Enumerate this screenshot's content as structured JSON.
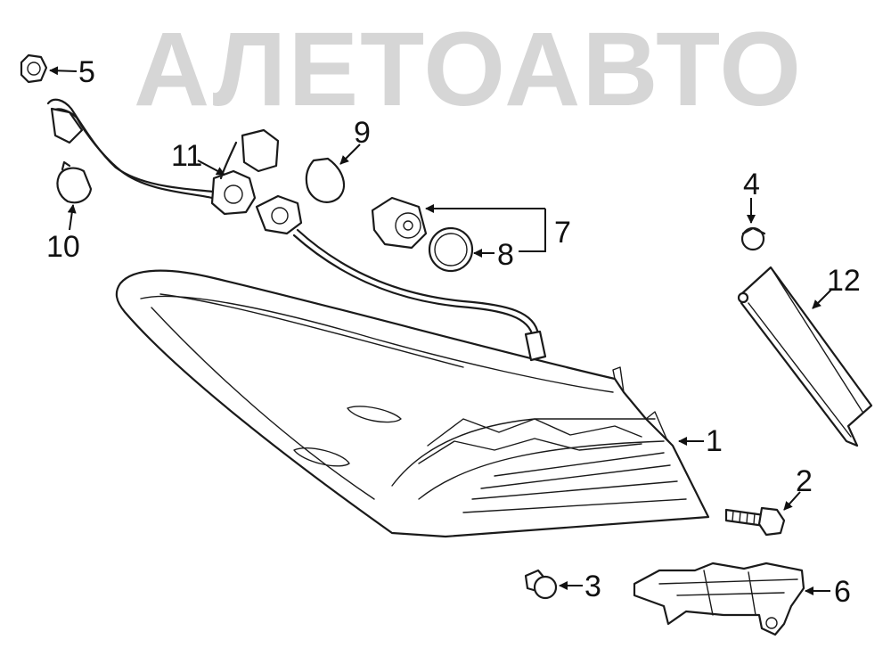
{
  "watermark": {
    "text": "АЛЕТОАВТО"
  },
  "callouts": {
    "c1": "1",
    "c2": "2",
    "c3": "3",
    "c4": "4",
    "c5": "5",
    "c6": "6",
    "c7": "7",
    "c8": "8",
    "c9": "9",
    "c10": "10",
    "c11": "11",
    "c12": "12"
  },
  "colors": {
    "line": "#1a1a1a",
    "watermark": "#d6d6d6",
    "background": "#ffffff"
  }
}
